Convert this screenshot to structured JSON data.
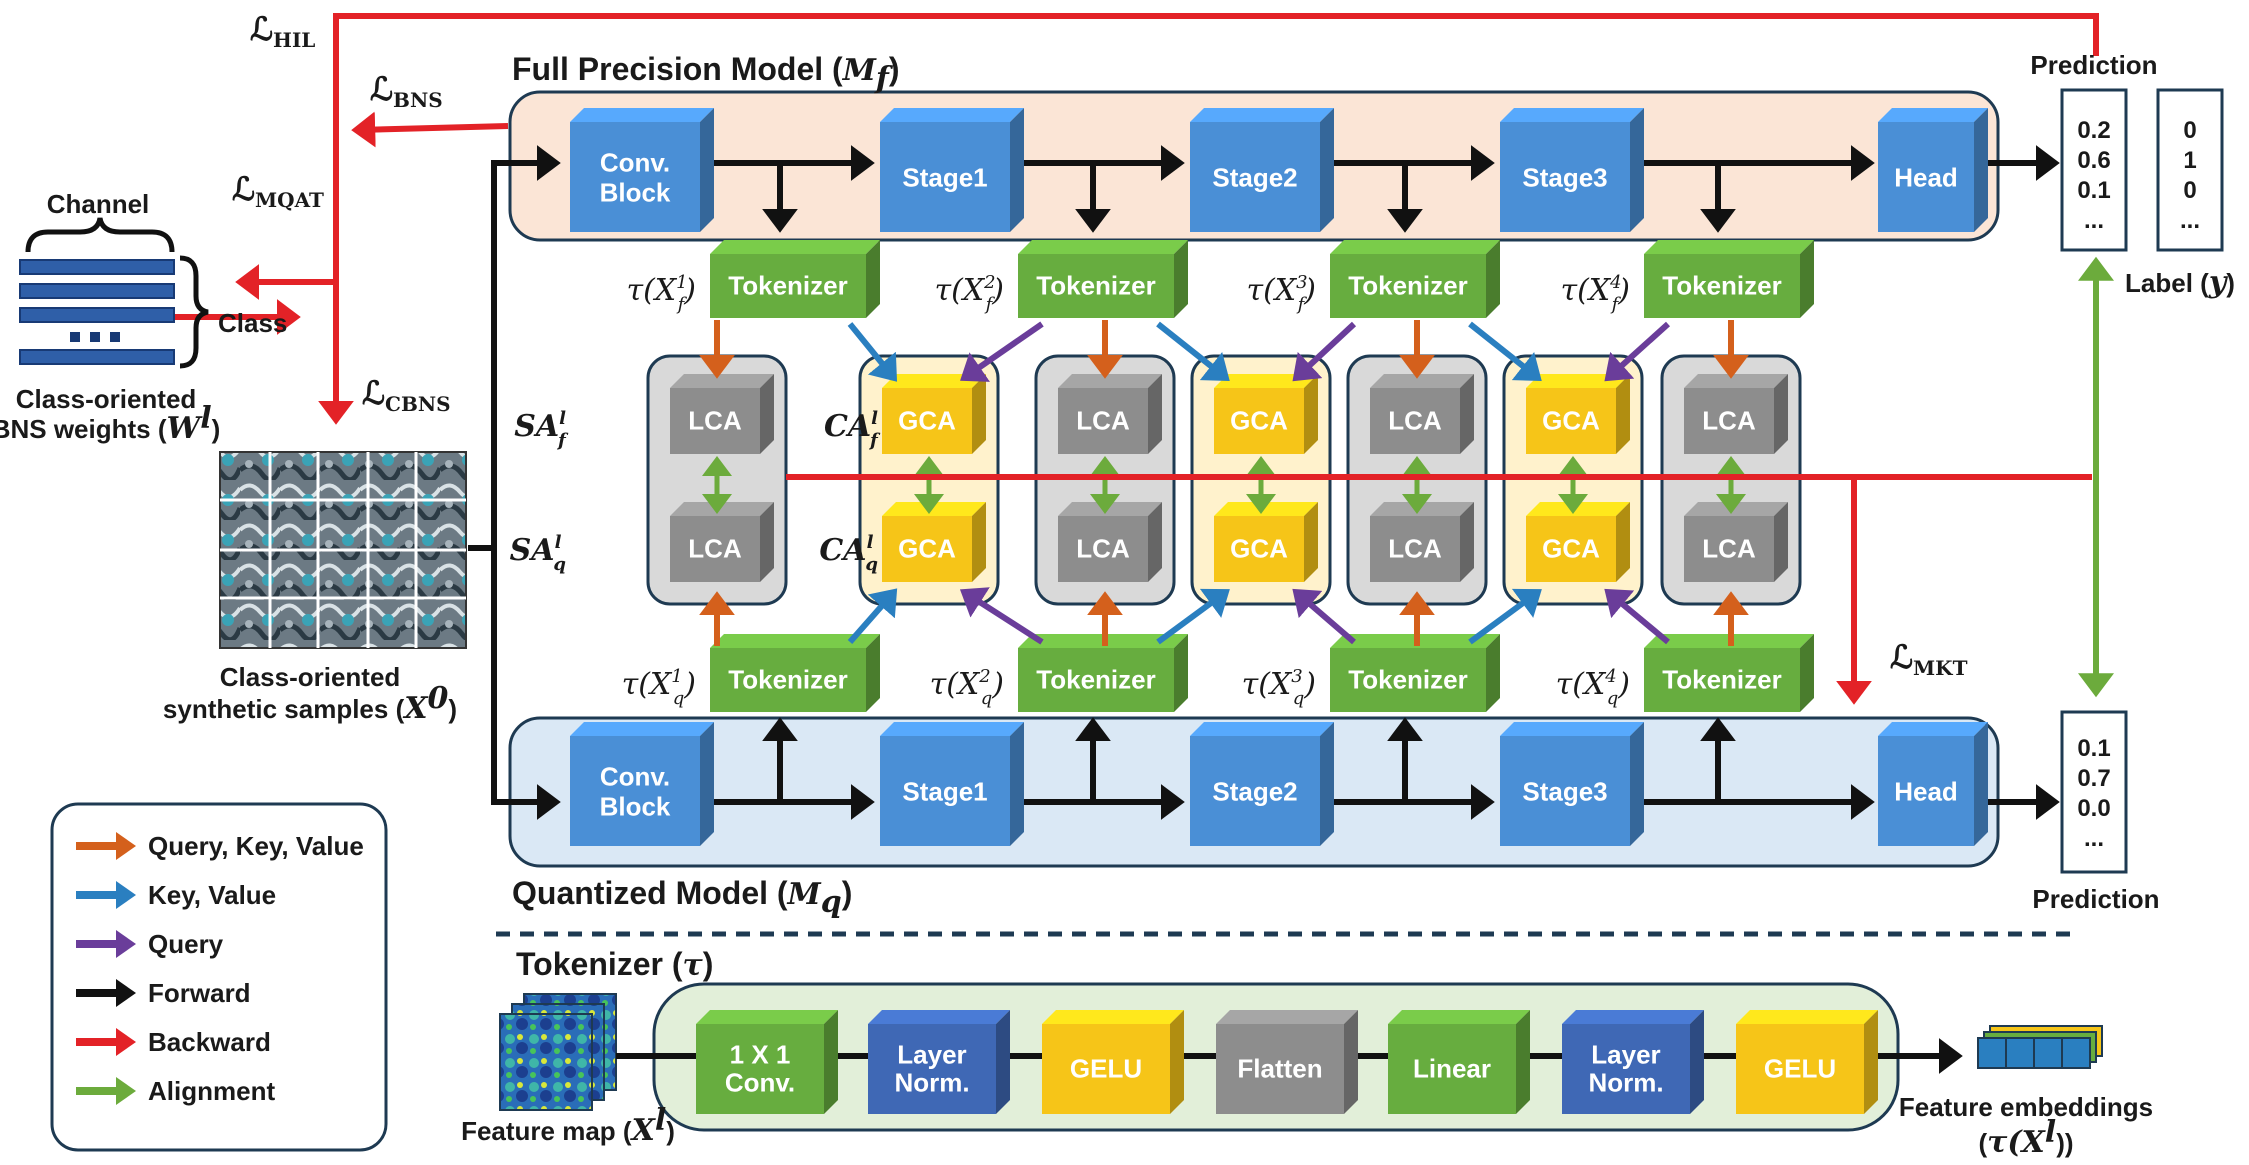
{
  "colors": {
    "forward": "#111111",
    "backward": "#e32227",
    "alignment": "#6cab3c",
    "qkv": "#d4601c",
    "kv": "#2a7fc0",
    "query": "#6a3d9a",
    "conv_blue": "#4a8fd6",
    "tokenizer_green": "#67ad3f",
    "gca_yellow": "#f6c518",
    "lca_gray": "#8d8d8d",
    "norm_blue": "#3f68b5",
    "fp_panel": "#fbe5d6",
    "q_panel": "#dae8f5",
    "tok_panel": "#e2efd9"
  },
  "full_model": {
    "title": "Full Precision Model (",
    "title_math": "M",
    "title_sub": "f",
    "title_end": ")",
    "blocks": [
      "Conv.",
      "Block",
      "Stage1",
      "Stage2",
      "Stage3",
      "Head"
    ]
  },
  "quant_model": {
    "title": "Quantized Model (",
    "title_math": "M",
    "title_sub": "q",
    "title_end": ")",
    "blocks": [
      "Conv.",
      "Block",
      "Stage1",
      "Stage2",
      "Stage3",
      "Head"
    ]
  },
  "tokenizer_label": "Tokenizer",
  "attention": {
    "lca": "LCA",
    "gca": "GCA",
    "sa_f": "SA",
    "sa_f_sup": "l",
    "sa_f_sub": "f",
    "sa_q": "SA",
    "sa_q_sup": "l",
    "sa_q_sub": "q",
    "ca_f": "CA",
    "ca_f_sup": "l",
    "ca_f_sub": "f",
    "ca_q": "CA",
    "ca_q_sup": "l",
    "ca_q_sub": "q"
  },
  "tau_f": [
    {
      "tau": "τ(X",
      "sup": "1",
      "sub": "f",
      "end": ")"
    },
    {
      "tau": "τ(X",
      "sup": "2",
      "sub": "f",
      "end": ")"
    },
    {
      "tau": "τ(X",
      "sup": "3",
      "sub": "f",
      "end": ")"
    },
    {
      "tau": "τ(X",
      "sup": "4",
      "sub": "f",
      "end": ")"
    }
  ],
  "tau_q": [
    {
      "tau": "τ(X",
      "sup": "1",
      "sub": "q",
      "end": ")"
    },
    {
      "tau": "τ(X",
      "sup": "2",
      "sub": "q",
      "end": ")"
    },
    {
      "tau": "τ(X",
      "sup": "3",
      "sub": "q",
      "end": ")"
    },
    {
      "tau": "τ(X",
      "sup": "4",
      "sub": "q",
      "end": ")"
    }
  ],
  "losses": {
    "hil": "HIL",
    "bns": "BNS",
    "mqat": "MQAT",
    "cbns": "CBNS",
    "mkt": "MKT",
    "script": "ℒ"
  },
  "bns_weights": {
    "channel": "Channel",
    "class": "Class",
    "caption_line1": "Class-oriented",
    "caption_line2": "BNS weights (",
    "caption_math": "W",
    "caption_sup": "l",
    "caption_end": ")"
  },
  "samples": {
    "caption_line1": "Class-oriented",
    "caption_line2": "synthetic samples (",
    "caption_math": "X",
    "caption_sup": "0",
    "caption_end": ")"
  },
  "prediction_top": {
    "label": "Prediction",
    "values": [
      "0.2",
      "0.6",
      "0.1",
      "..."
    ]
  },
  "label_box": {
    "values": [
      "0",
      "1",
      "0",
      "..."
    ],
    "caption": "Label (",
    "caption_math": "y",
    "caption_end": ")"
  },
  "prediction_bottom": {
    "label": "Prediction",
    "values": [
      "0.1",
      "0.7",
      "0.0",
      "..."
    ]
  },
  "legend": [
    {
      "label": "Query, Key, Value",
      "color": "#d4601c"
    },
    {
      "label": "Key, Value",
      "color": "#2a7fc0"
    },
    {
      "label": "Query",
      "color": "#6a3d9a"
    },
    {
      "label": "Forward",
      "color": "#111111"
    },
    {
      "label": "Backward",
      "color": "#e32227"
    },
    {
      "label": "Alignment",
      "color": "#6cab3c"
    }
  ],
  "tokenizer_detail": {
    "title": "Tokenizer (",
    "title_math": "τ",
    "title_end": ")",
    "blocks": [
      {
        "l1": "1 X 1",
        "l2": "Conv.",
        "color": "#67ad3f"
      },
      {
        "l1": "Layer",
        "l2": "Norm.",
        "color": "#3f68b5"
      },
      {
        "l1": "GELU",
        "l2": "",
        "color": "#f6c518"
      },
      {
        "l1": "Flatten",
        "l2": "",
        "color": "#8d8d8d"
      },
      {
        "l1": "Linear",
        "l2": "",
        "color": "#67ad3f"
      },
      {
        "l1": "Layer",
        "l2": "Norm.",
        "color": "#3f68b5"
      },
      {
        "l1": "GELU",
        "l2": "",
        "color": "#f6c518"
      }
    ],
    "feature_map": "Feature map (",
    "feature_map_math": "X",
    "feature_map_sup": "l",
    "feature_map_end": ")",
    "embeddings_line1": "Feature embeddings",
    "embeddings_line2": "(",
    "embeddings_math": "τ(X",
    "embeddings_sup": "l",
    "embeddings_end": "))"
  }
}
